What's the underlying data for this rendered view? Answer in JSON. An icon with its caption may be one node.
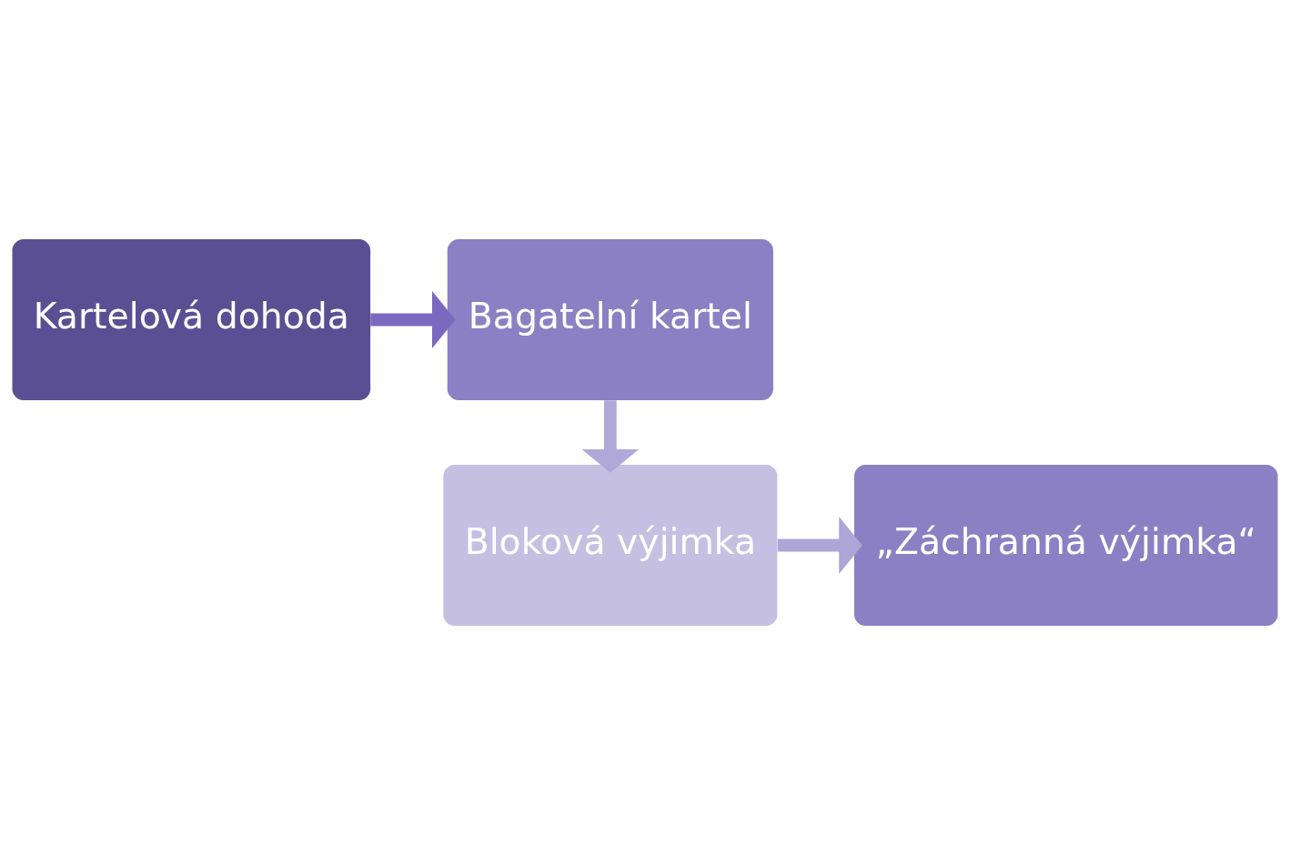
{
  "diagram": {
    "nodes": [
      {
        "text": [
          "Kartelová dohoda"
        ]
      },
      {
        "text": [
          "Bagatelní kartel"
        ]
      },
      {
        "text": [
          "Bloková výjimka"
        ]
      },
      {
        "text": [
          "„Záchranná výjimka“"
        ]
      }
    ],
    "edges": [
      {
        "from": 0,
        "to": 1,
        "arrow": "to",
        "color": "#7b68bf"
      },
      {
        "from": 1,
        "to": 2,
        "arrow": "to",
        "color": "#b0a8d8"
      },
      {
        "from": 2,
        "to": 3,
        "arrow": "to",
        "color": "#ada6d6"
      }
    ]
  }
}
